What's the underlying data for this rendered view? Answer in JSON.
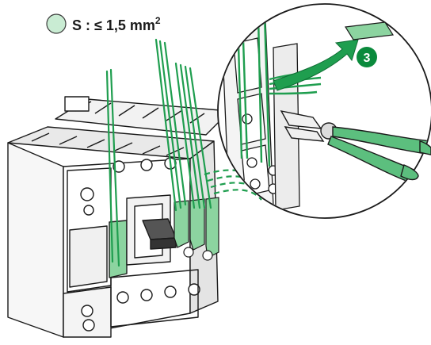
{
  "spec": {
    "prefix": "S : ≤ 1,5 mm",
    "superscript": "2"
  },
  "step": {
    "number": "3"
  },
  "colors": {
    "wire_green": "#1f9e4f",
    "accent_green": "#8cd4a0",
    "step_green": "#0a8a3c",
    "line": "#1a1a1a",
    "gray_fill": "#d9d9d9"
  },
  "icons": [
    "wire-spec-circle-icon",
    "pliers-icon",
    "arrow-icon",
    "cable-lug-icon",
    "circuit-breaker-icon"
  ]
}
